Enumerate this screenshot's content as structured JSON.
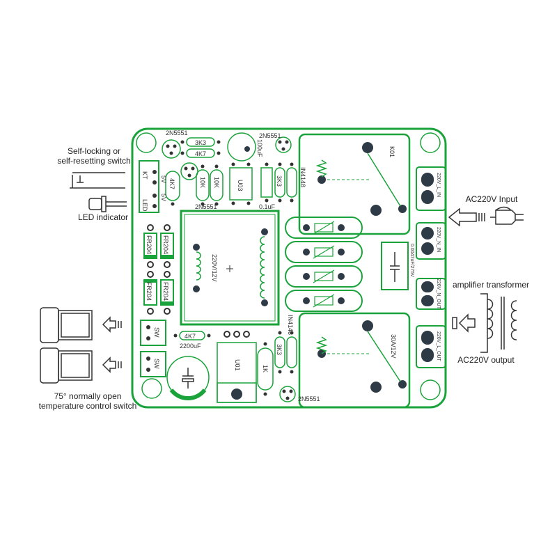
{
  "colors": {
    "board": "#1aa33a",
    "dark": "#2e3a45",
    "ink": "#333333",
    "pad": "#ffffff"
  },
  "labels": {
    "self_locking_line1": "Self-locking or",
    "self_locking_line2": "self-resetting switch",
    "led_indicator": "LED indicator",
    "ac_input": "AC220V Input",
    "amplifier_transformer": "amplifier transformer",
    "ac_output": "AC220V output",
    "temp_line1": "75° normally open",
    "temp_line2": "temperature control switch"
  },
  "silkscreen": {
    "q1": "2N5551",
    "q2": "2N5551",
    "q3": "2N5551",
    "q4": "2N5551",
    "r_3k3_top": "3K3",
    "r_4k7_top": "4K7",
    "r_4k7_left": "4K7",
    "r_10k_a": "10K",
    "r_10k_b": "10K",
    "r_3k3_right": "3K3",
    "r_3k3_bottom": "3K3",
    "cap_100uf": "100uF",
    "cap_01uf": "0.1uF",
    "cap_2200uf": "2200uF",
    "u03": "U03",
    "u01": "U01",
    "r_1k": "1K",
    "r_4k7_bottom": "4K7",
    "diode_top": "IN4148",
    "diode_bottom": "IN4148",
    "kt": "KT",
    "led": "LED",
    "v5a": "5V",
    "v5b": "5V",
    "sw1": "SW",
    "sw2": "SW",
    "fr1": "FR204",
    "fr2": "FR204",
    "fr3": "FR204",
    "fr4": "FR204",
    "transformer": "220V/12V",
    "relay_top": "K01",
    "relay_bottom": "30A/12V",
    "term_l_in": "220V_L_IN",
    "term_n_in": "220V_N_IN",
    "term_n_out": "220V_N_OUT",
    "term_l_out": "220V_L_OUT",
    "x_cap": "0.0047uF/275V"
  }
}
